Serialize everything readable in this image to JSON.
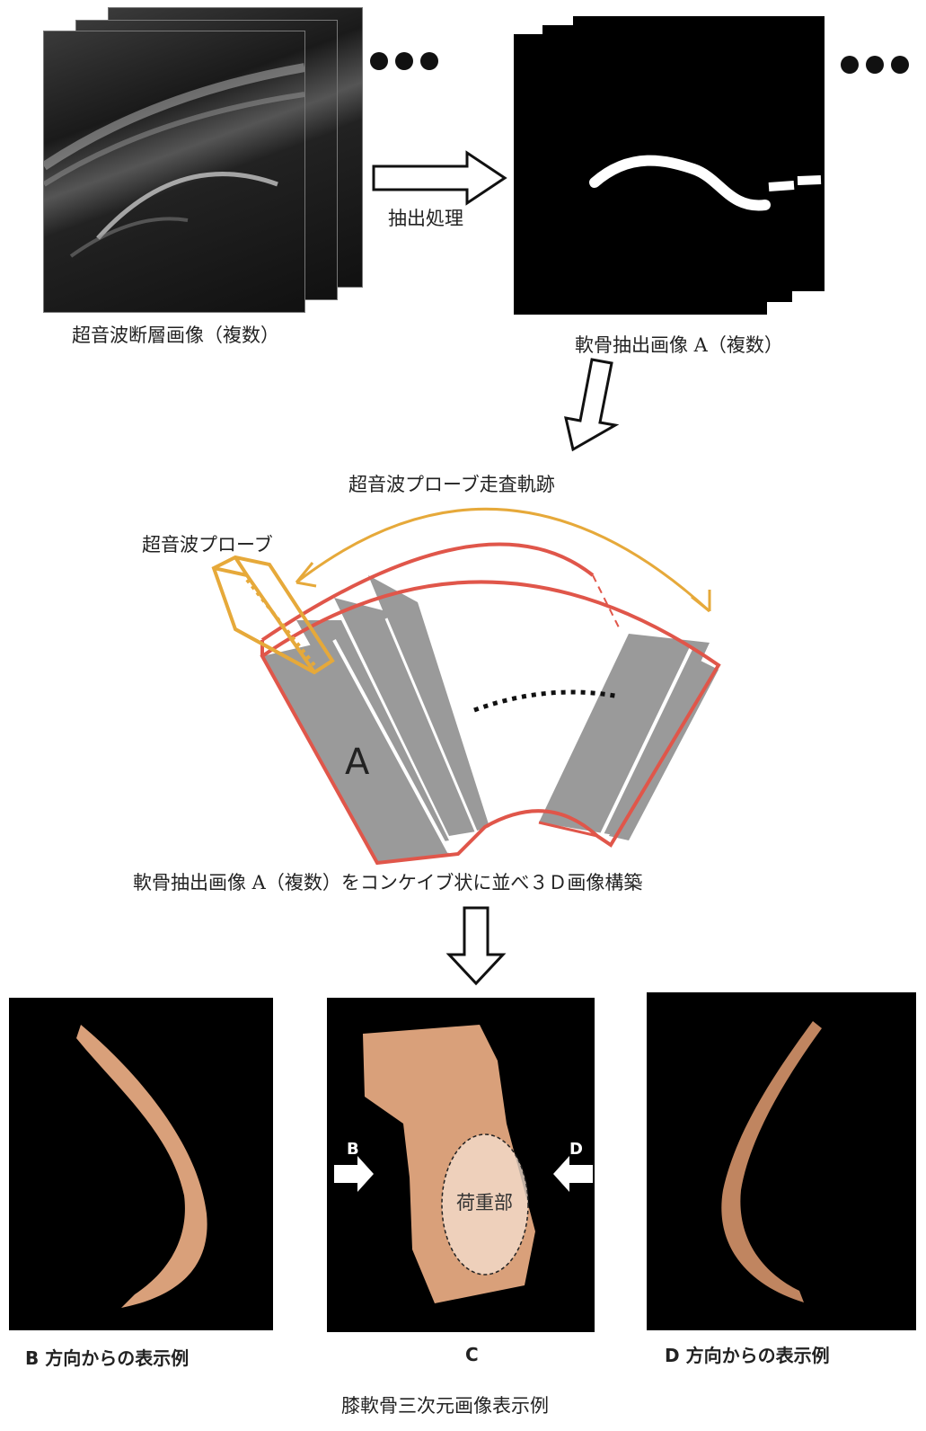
{
  "top": {
    "ultrasound_caption": "超音波断層画像（複数）",
    "process_label": "抽出処理",
    "cartilage_caption": "軟骨抽出画像 A（複数）"
  },
  "middle": {
    "trajectory_label": "超音波プローブ走査軌跡",
    "probe_label": "超音波プローブ",
    "plate_label": "A",
    "caption": "軟骨抽出画像 A（複数）をコンケイブ状に並べ３Ｄ画像構築"
  },
  "bottom": {
    "caption_b": "B 方向からの表示例",
    "caption_c": "C",
    "caption_d": "D 方向からの表示例",
    "arrow_b": "B",
    "arrow_d": "D",
    "weight_region": "荷重部",
    "main_caption": "膝軟骨三次元画像表示例"
  },
  "colors": {
    "probe": "#e6a93a",
    "outline": "#e0564a",
    "plate": "#9a9a9a",
    "cartilage": "#d9a07a"
  }
}
